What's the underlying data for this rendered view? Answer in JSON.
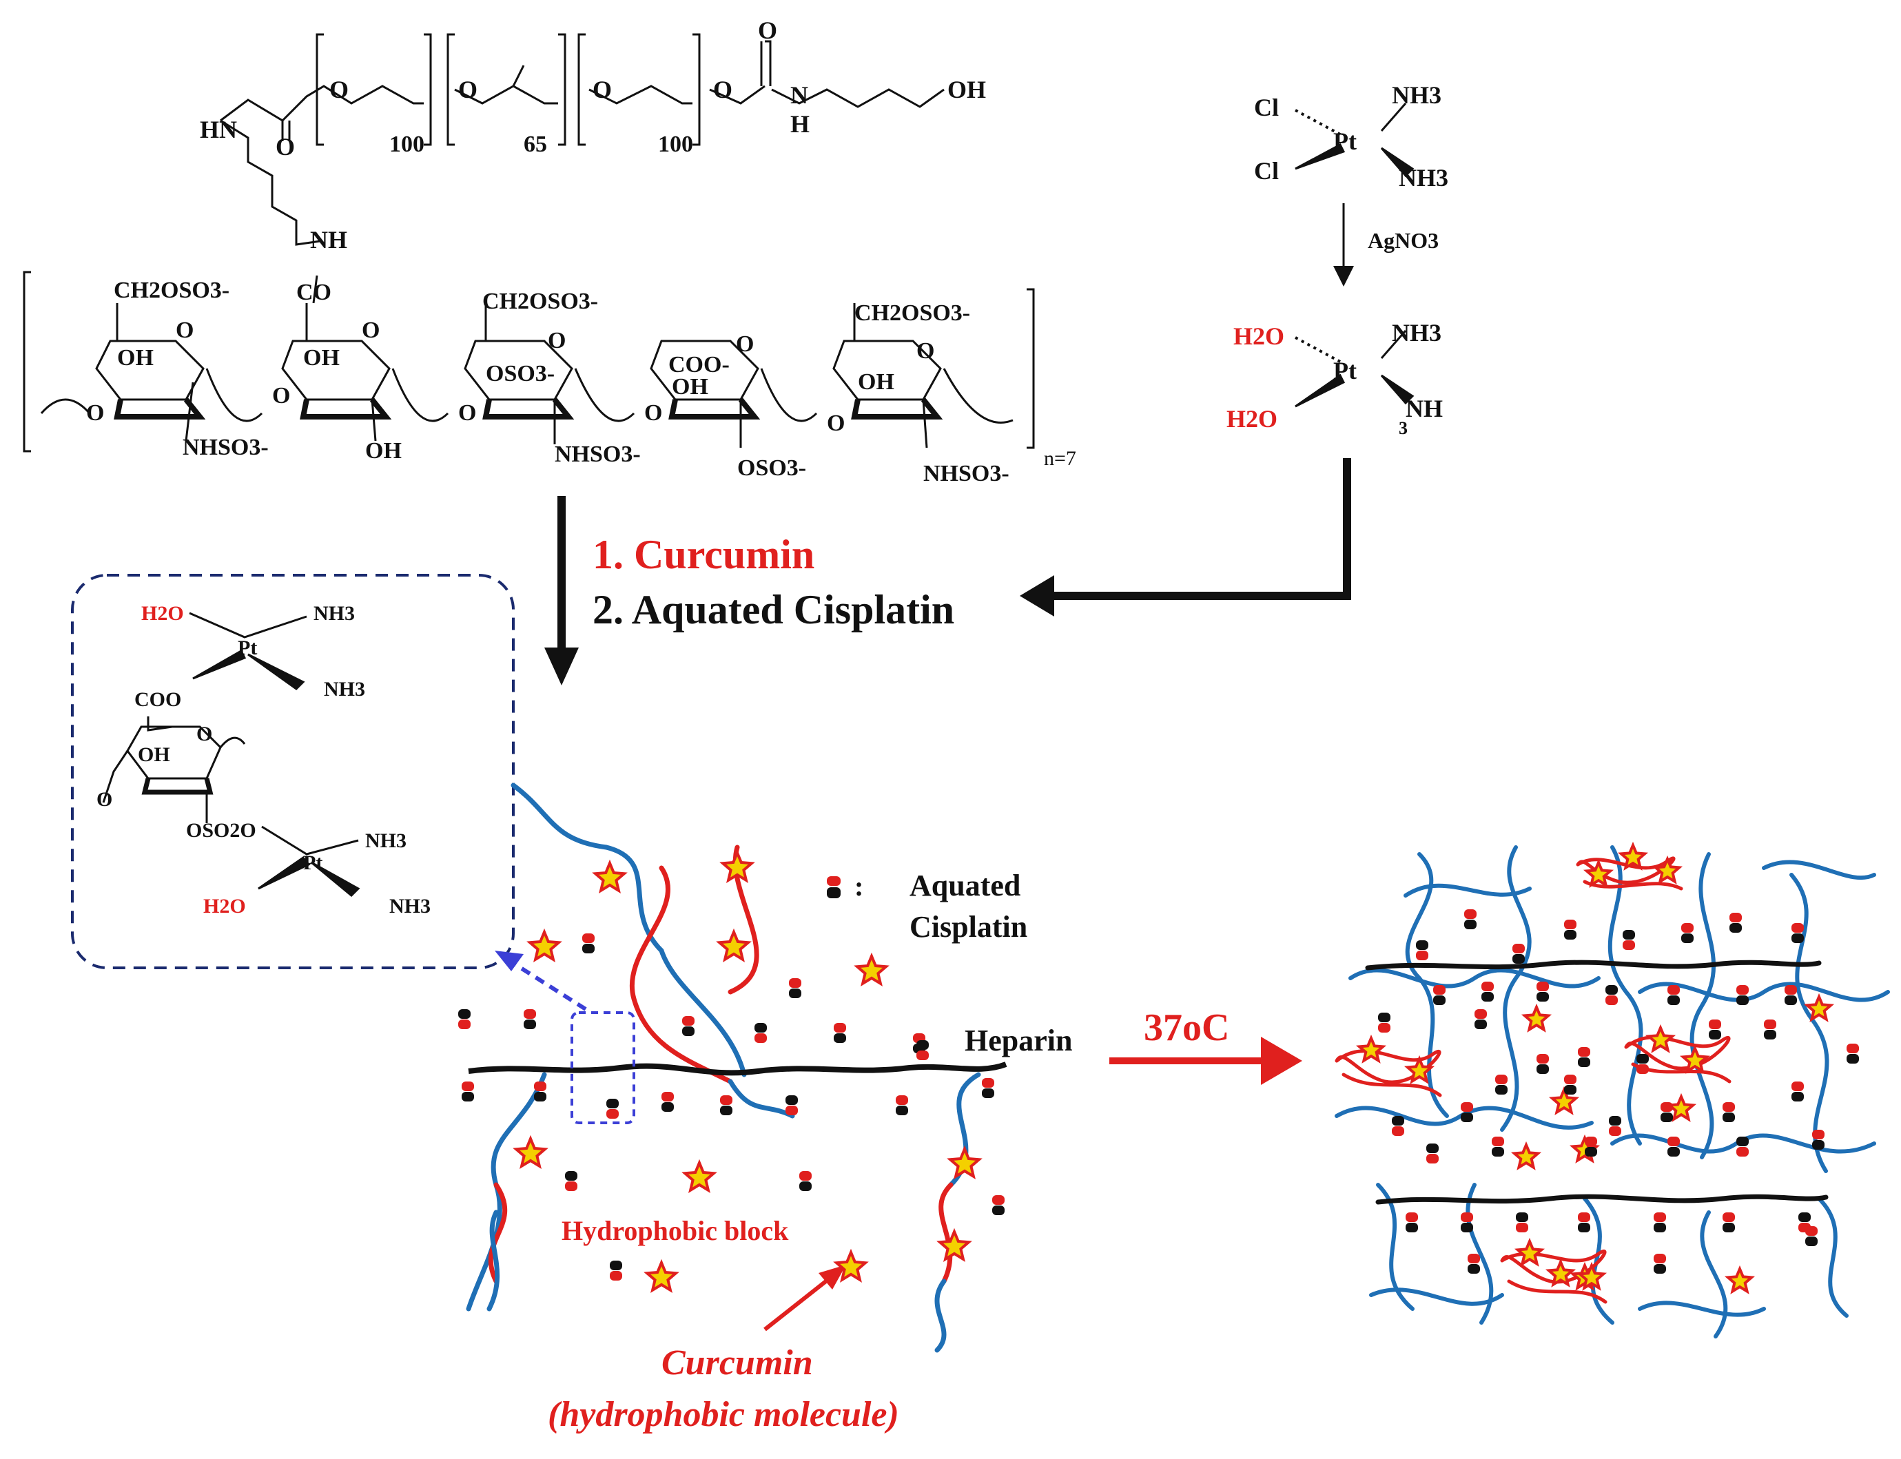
{
  "polymer": {
    "atoms": [
      "O",
      "O",
      "O",
      "O",
      "O",
      "HN",
      "O",
      "NH",
      "H",
      "OH"
    ],
    "subscripts": [
      "100",
      "65",
      "100"
    ]
  },
  "heparin": {
    "groups": [
      "CH2OSO3-",
      "CH2OSO3-",
      "CH2OSO3-",
      "OH",
      "OH",
      "OSO3-",
      "COO-",
      "OH",
      "OH",
      "OH",
      "NHSO3-",
      "NHSO3-",
      "NHSO3-",
      "OSO3-",
      "CO",
      "O",
      "O",
      "O",
      "O",
      "O",
      "O",
      "O",
      "O",
      "O",
      "O"
    ],
    "repeat": "n=7"
  },
  "cisplatin": {
    "cl": "Cl",
    "nh3": "NH3",
    "pt": "Pt",
    "h2o": "H2O",
    "reagent": "AgNO3",
    "nh_lower": "NH",
    "sub3": "3"
  },
  "steps": {
    "step1": "1. Curcumin",
    "step2": "2. Aquated Cisplatin"
  },
  "inset": {
    "h2o": "H2O",
    "nh3": "NH3",
    "pt": "Pt",
    "coo": "COO",
    "oh": "OH",
    "o": "O",
    "oso2o": "OSO2O"
  },
  "legend": {
    "aquated_line1": "Aquated",
    "aquated_line2": "Cisplatin",
    "colon": ":"
  },
  "labels": {
    "heparin": "Heparin",
    "hydrophobic_block": "Hydrophobic block",
    "temperature": "37oC",
    "curcumin": "Curcumin",
    "curcumin_note": "(hydrophobic molecule)"
  },
  "colors": {
    "red": "#e0201e",
    "blue": "#1f6fb5",
    "navy": "#1a2a6e",
    "black": "#111111",
    "star": "#f4d000"
  }
}
